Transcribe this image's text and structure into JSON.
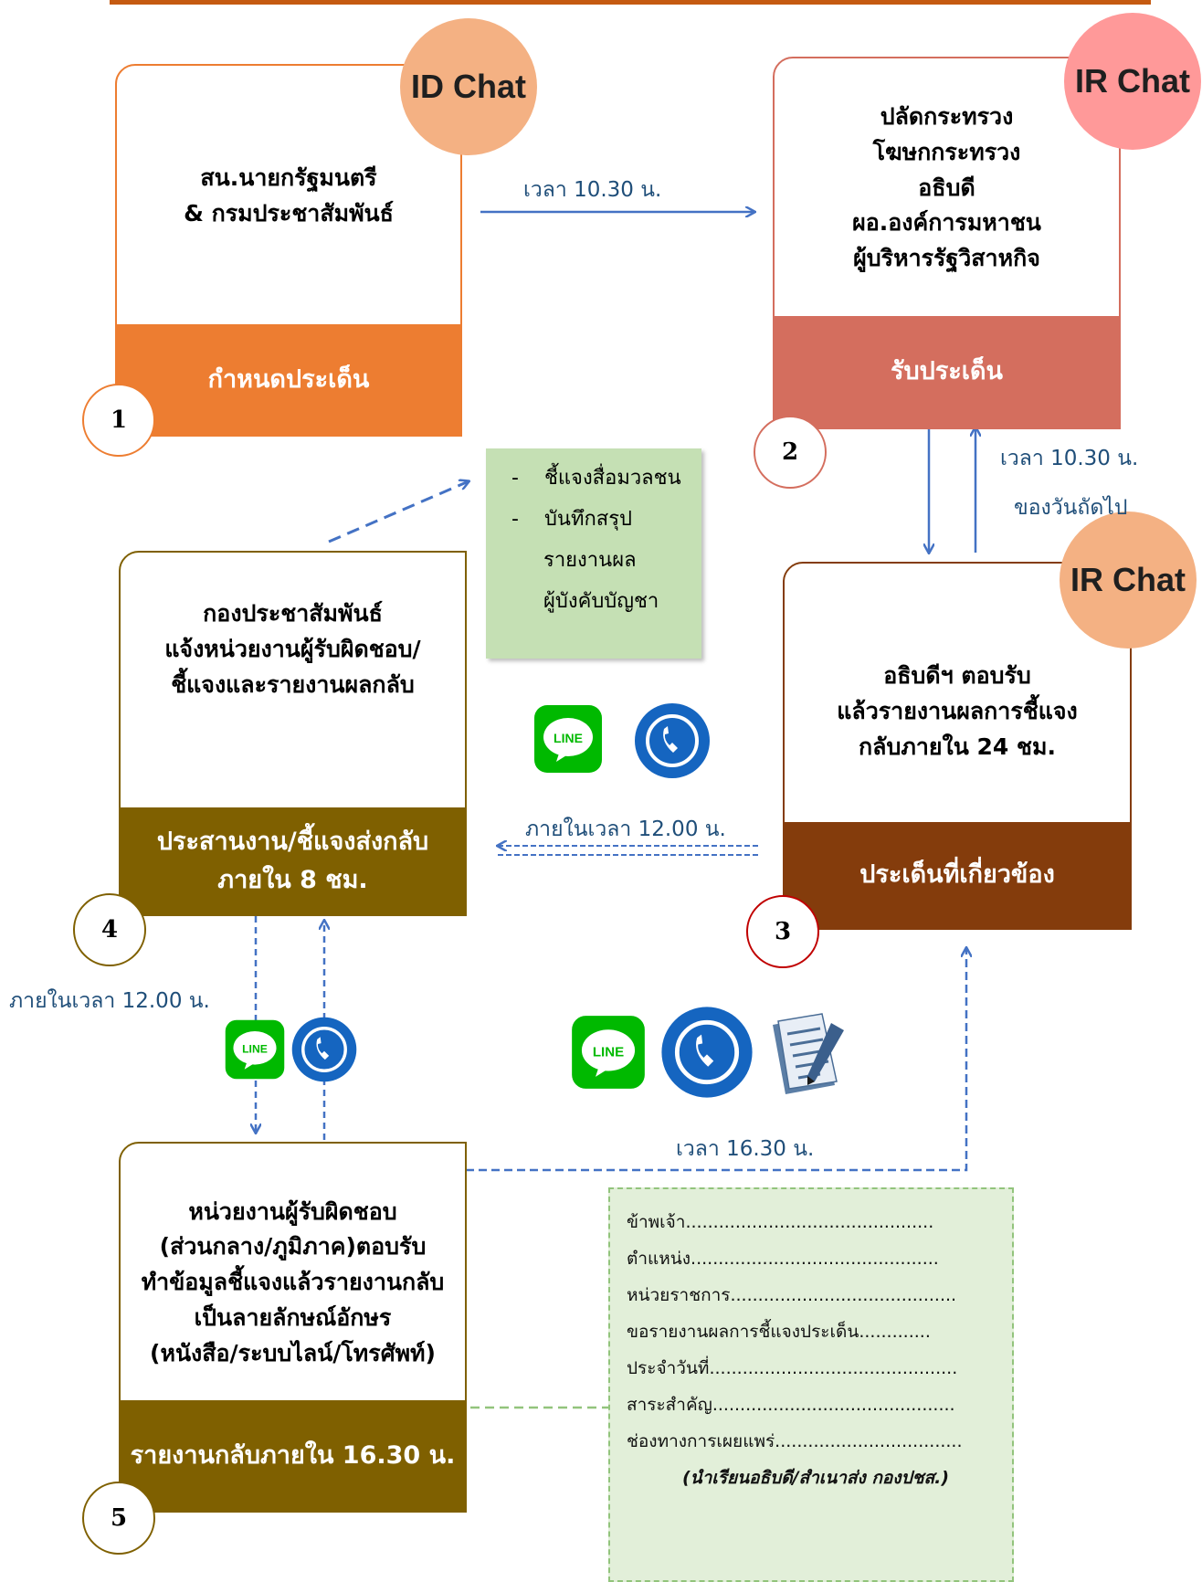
{
  "steps": [
    {
      "number": "1",
      "chat": "ID Chat",
      "lines": [
        "สน.นายกรัฐมนตรี",
        "& กรมประชาสัมพันธ์"
      ],
      "footer": [
        "กำหนดประเด็น"
      ],
      "footer_color": "#ed7d31"
    },
    {
      "number": "2",
      "chat": "IR Chat",
      "lines": [
        "ปลัดกระทรวง",
        "โฆษกกระทรวง",
        "อธิบดี",
        "ผอ.องค์การมหาชน",
        "ผู้บริหารรัฐวิสาหกิจ"
      ],
      "footer": [
        "รับประเด็น"
      ],
      "footer_color": "#d46e5e"
    },
    {
      "number": "3",
      "chat": "IR Chat",
      "lines": [
        "อธิบดีฯ ตอบรับ",
        "แล้วรายงานผลการชี้แจง",
        "กลับภายใน 24 ชม."
      ],
      "footer": [
        "ประเด็นที่เกี่ยวข้อง"
      ],
      "footer_color": "#843c0c"
    },
    {
      "number": "4",
      "lines": [
        "กองประชาสัมพันธ์",
        "แจ้งหน่วยงานผู้รับผิดชอบ/",
        "ชี้แจงและรายงานผลกลับ"
      ],
      "footer": [
        "ประสานงาน/ชี้แจงส่งกลับ",
        "ภายใน 8 ชม."
      ],
      "footer_color": "#7f6000"
    },
    {
      "number": "5",
      "lines": [
        "หน่วยงานผู้รับผิดชอบ",
        "(ส่วนกลาง/ภูมิภาค)ตอบรับ",
        "ทำข้อมูลชี้แจงแล้วรายงานกลับ",
        "เป็นลายลักษณ์อักษร",
        "(หนังสือ/ระบบไลน์/โทรศัพท์)"
      ],
      "footer": [
        "รายงานกลับภายใน 16.30 น."
      ],
      "footer_color": "#7f6000"
    }
  ],
  "labels": {
    "l1_2": "เวลา 10.30 น.",
    "l3_2_a": "เวลา 10.30 น.",
    "l3_2_b": "ของวันถัดไป",
    "l3_4": "ภายในเวลา 12.00 น.",
    "l4_5": "ภายในเวลา 12.00 น.",
    "l5_3": "เวลา 16.30 น."
  },
  "note": {
    "items": [
      "ชี้แจงสื่อมวลชน",
      "บันทึกสรุป"
    ],
    "continuation": [
      "รายงานผล",
      "ผู้บังคับบัญชา"
    ],
    "bullet": "-"
  },
  "form": {
    "rows": [
      "ข้าพเจ้า.............................................",
      "ตำแหน่ง.............................................",
      "หน่วยราชการ.........................................",
      "ขอรายงานผลการชี้แจงประเด็น.............",
      "ประจำวันที่.............................................",
      "สาระสำคัญ............................................",
      "ช่องทางการเผยแพร่.................................."
    ],
    "footer": "(นำเรียนอธิบดี/สำเนาส่ง กองปชส.)"
  },
  "icons": {
    "line_text": "LINE",
    "line_color": "#00b900",
    "phone_color": "#1565c0"
  },
  "colors": {
    "arrow_blue": "#4472c4",
    "border_orange": "#ed7d31",
    "border_brown": "#7f6000",
    "id_chat": "#f4b183",
    "ir_chat": "#ff9999"
  }
}
